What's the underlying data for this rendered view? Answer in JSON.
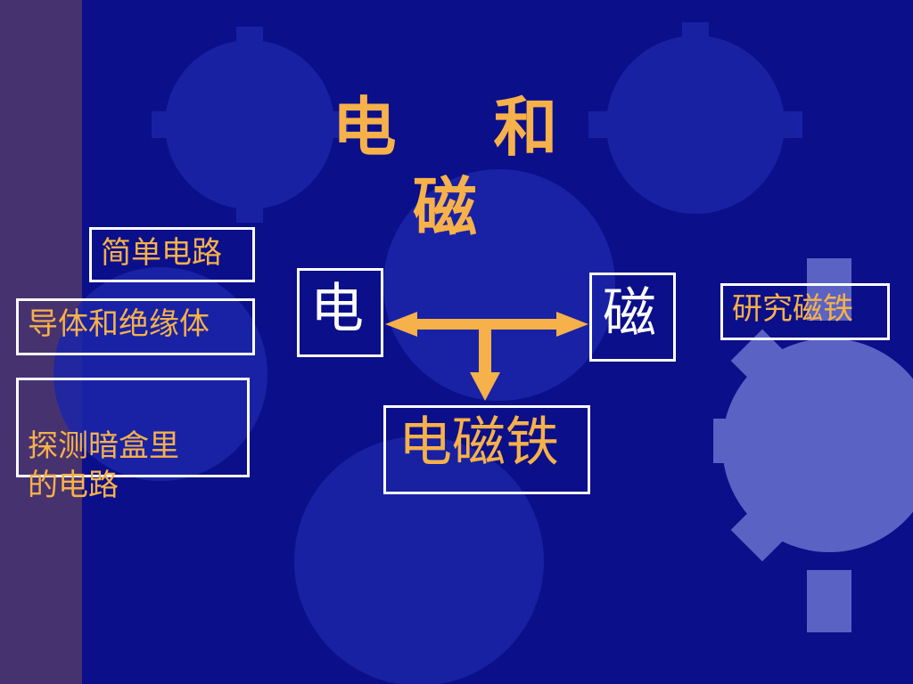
{
  "slide": {
    "title": "电 和 磁",
    "center_left": "电",
    "center_right": "磁",
    "center_bottom": "电磁铁",
    "left_topics": [
      "简单电路",
      "导体和绝缘体",
      "探测暗盒里\n的电路"
    ],
    "right_topics": [
      "研究磁铁"
    ]
  },
  "colors": {
    "background": "#0b0f8a",
    "gear": "#2a36b8",
    "gear_light": "#5a63c4",
    "accent": "#f7b14a",
    "border": "#ffffff",
    "side_strip": "#3a2f7a"
  }
}
